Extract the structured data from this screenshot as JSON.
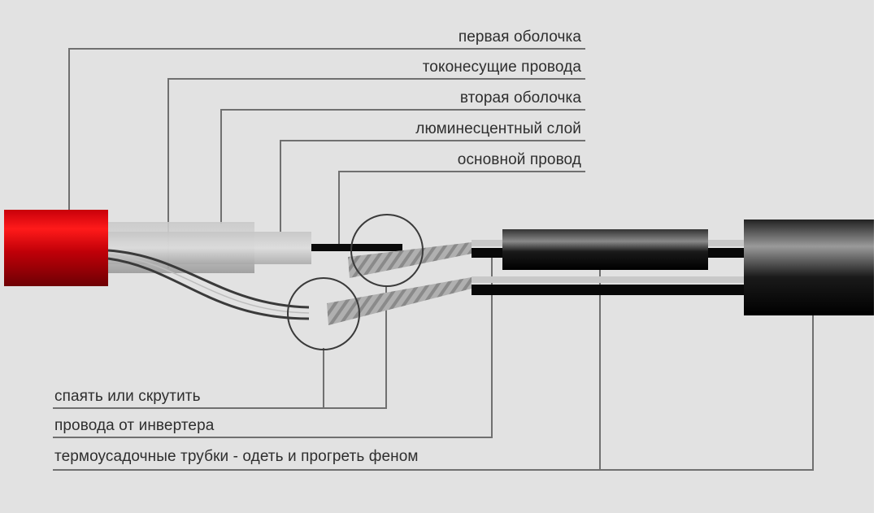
{
  "diagram": {
    "top_labels": [
      {
        "id": "first-sheath",
        "text": "первая оболочка"
      },
      {
        "id": "current-carrying-wires",
        "text": "токонесущие провода"
      },
      {
        "id": "second-sheath",
        "text": "вторая оболочка"
      },
      {
        "id": "luminescent-layer",
        "text": "люминесцентный слой"
      },
      {
        "id": "main-wire",
        "text": "основной провод"
      }
    ],
    "bottom_labels": [
      {
        "id": "solder-or-twist",
        "text": "спаять или скрутить"
      },
      {
        "id": "inverter-wires",
        "text": "провода от инвертера"
      },
      {
        "id": "heat-shrink-tubes",
        "text": "термоусадочные трубки - одеть и прогреть феном"
      }
    ],
    "colors": {
      "background": "#e2e2e2",
      "leader_line": "#6e6e6e",
      "red_sheath": "#d0000a",
      "black_cable": "#0a0a0a",
      "label_text": "#2e2e2e"
    }
  }
}
